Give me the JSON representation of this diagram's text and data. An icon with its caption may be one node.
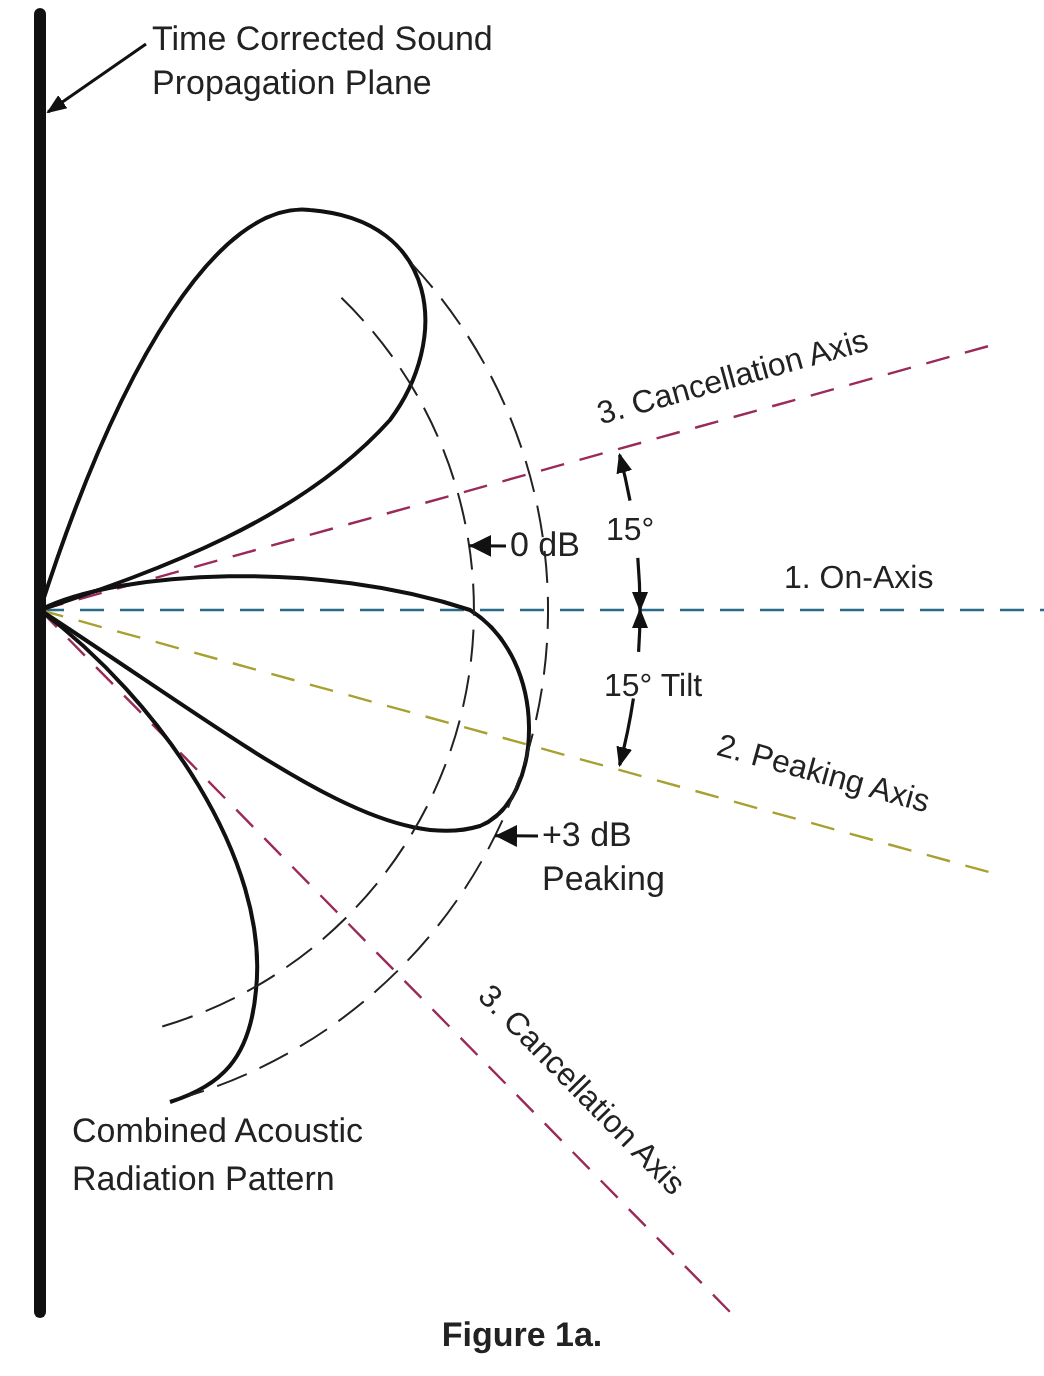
{
  "diagram": {
    "caption": "Figure 1a.",
    "nodes": [
      {
        "text": [
          "Time Corrected Sound Propagation Plane"
        ]
      },
      {
        "text": [],
        "shape": "bar"
      },
      {
        "text": [
          "0 dB"
        ]
      },
      {
        "text": [],
        "shape": "arc"
      },
      {
        "text": [
          "+3 dB Peaking"
        ]
      },
      {
        "text": [],
        "shape": "arc"
      }
    ],
    "edges": [
      {
        "from": 0,
        "to": 1,
        "arrow": "to"
      },
      {
        "from": 2,
        "to": 3,
        "arrow": "to"
      },
      {
        "from": 4,
        "to": 5,
        "arrow": "to"
      }
    ],
    "labels": [
      "3. Cancellation Axis",
      "15°",
      "1. On-Axis",
      "15° Tilt",
      "2. Peaking Axis",
      "3. Cancellation Axis",
      "Combined Acoustic Radiation Pattern"
    ]
  }
}
